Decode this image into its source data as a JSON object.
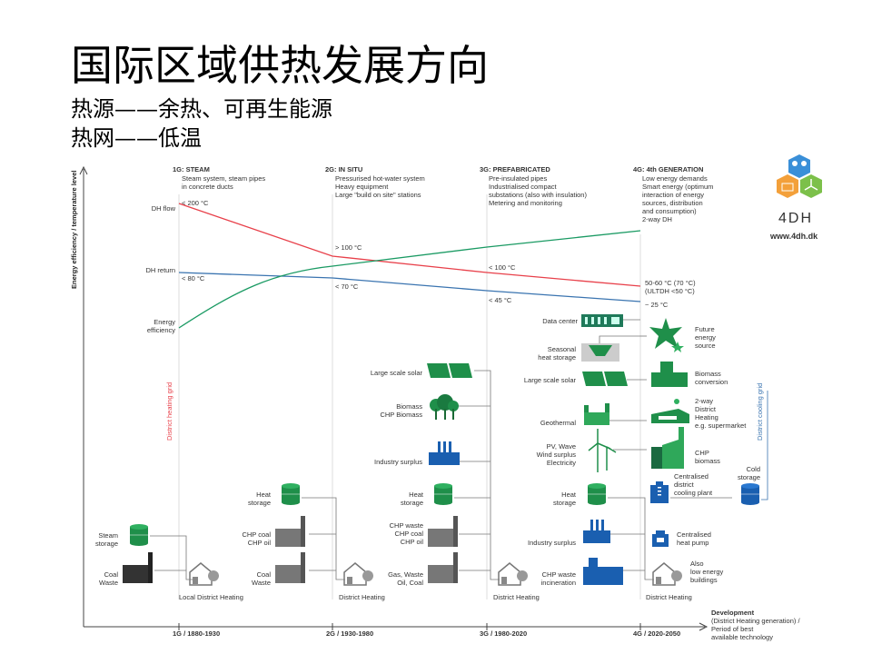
{
  "title": "国际区域供热发展方向",
  "subtitle_lines": [
    "热源——余热、可再生能源",
    "热网——低温"
  ],
  "colors": {
    "flow": "#e8404a",
    "return": "#3a74b0",
    "efficiency": "#1a9a63",
    "green": "#1f8f4a",
    "blue": "#1a5fb0",
    "gray": "#666666"
  },
  "axes": {
    "y_label": "Energy efficiency / temperature level",
    "x_label": [
      "Development",
      "(District Heating generation) /",
      "Period of best",
      "available technology"
    ],
    "ticks": [
      "1G / 1880-1930",
      "2G / 1930-1980",
      "3G / 1980-2020",
      "4G / 2020-2050"
    ]
  },
  "generations": [
    {
      "heading": "1G: STEAM",
      "desc": [
        "Steam system, steam pipes",
        "in concrete ducts"
      ]
    },
    {
      "heading": "2G: IN SITU",
      "desc": [
        "Pressurised hot-water system",
        "Heavy equipment",
        "Large \"build on site\" stations"
      ]
    },
    {
      "heading": "3G: PREFABRICATED",
      "desc": [
        "Pre-insulated pipes",
        "Industrialised compact",
        "substations (also with insulation)",
        "Metering and monitoring"
      ]
    },
    {
      "heading": "4G: 4th GENERATION",
      "desc": [
        "Low energy demands",
        "Smart energy (optimum",
        "interaction of energy",
        "sources, distribution",
        "and consumption)",
        "2-way DH"
      ]
    }
  ],
  "curves": {
    "flow_label": "DH flow",
    "return_label": "DH return",
    "efficiency_label": [
      "Energy",
      "efficiency"
    ],
    "temps": {
      "g1_flow": "< 200 °C",
      "g1_return": "< 80 °C",
      "g2_flow": "> 100 °C",
      "g2_return": "< 70 °C",
      "g3_flow": "< 100 °C",
      "g3_return": "< 45 °C",
      "g4_flow": [
        "50-60 °C (70 °C)",
        "(ULTDH <50 °C)"
      ],
      "g4_return": "~ 25 °C"
    }
  },
  "grids": {
    "heating": "District heating grid",
    "cooling": "District cooling grid"
  },
  "logo": {
    "name": "4DH",
    "url": "www.4dh.dk"
  },
  "col1": {
    "steam_storage": [
      "Steam",
      "storage"
    ],
    "coal_waste": [
      "Coal",
      "Waste"
    ],
    "dh": "Local District Heating"
  },
  "col2": {
    "heat_storage": [
      "Heat",
      "storage"
    ],
    "chp": [
      "CHP coal",
      "CHP oil"
    ],
    "coal_waste": [
      "Coal",
      "Waste"
    ],
    "dh": "District Heating"
  },
  "col3": {
    "solar": "Large scale solar",
    "biomass": [
      "Biomass",
      "CHP Biomass"
    ],
    "industry": "Industry surplus",
    "heat_storage": [
      "Heat",
      "storage"
    ],
    "chp": [
      "CHP waste",
      "CHP coal",
      "CHP oil"
    ],
    "fuels": [
      "Gas, Waste",
      "Oil, Coal"
    ],
    "dh": "District Heating"
  },
  "col4": {
    "data_center": "Data center",
    "seasonal": [
      "Seasonal",
      "heat storage"
    ],
    "solar": "Large scale solar",
    "geothermal": "Geothermal",
    "pv": [
      "PV, Wave",
      "Wind surplus",
      "Electricity"
    ],
    "heat_storage": [
      "Heat",
      "storage"
    ],
    "industry": "Industry surplus",
    "chp_waste": [
      "CHP waste",
      "incineration"
    ],
    "dh": "District Heating"
  },
  "col5": {
    "future": [
      "Future",
      "energy",
      "source"
    ],
    "biomass_conv": [
      "Biomass",
      "conversion"
    ],
    "two_way": [
      "2-way",
      "District",
      "Heating",
      "e.g. supermarket"
    ],
    "chp_biomass": [
      "CHP",
      "biomass"
    ],
    "cooling_plant": [
      "Centralised",
      "district",
      "cooling plant"
    ],
    "cold_storage": [
      "Cold",
      "storage"
    ],
    "heat_pump": [
      "Centralised",
      "heat pump"
    ],
    "low_energy": [
      "Also",
      "low energy",
      "buildings"
    ]
  }
}
